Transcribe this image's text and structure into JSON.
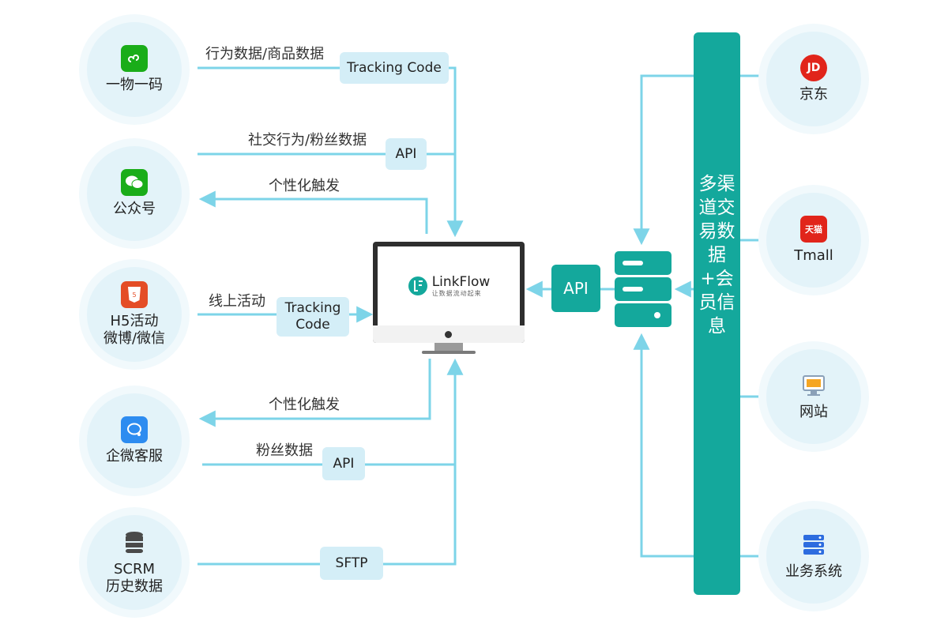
{
  "left_nodes": [
    {
      "label": "一物一码",
      "icon": "mini-program-icon",
      "color": "#1aad19"
    },
    {
      "label": "公众号",
      "icon": "wechat-icon",
      "color": "#1aad19"
    },
    {
      "label": "H5活动\n微博/微信",
      "icon": "html5-icon",
      "color": "#e44d26"
    },
    {
      "label": "企微客服",
      "icon": "wecom-icon",
      "color": "#2d8cf0"
    },
    {
      "label": "SCRM\n历史数据",
      "icon": "database-icon",
      "color": "#4a4a4a"
    }
  ],
  "right_nodes": [
    {
      "label": "京东",
      "icon": "jd-icon",
      "color": "#e1251b",
      "badge": "JD"
    },
    {
      "label": "Tmall",
      "icon": "tmall-icon",
      "color": "#e1251b",
      "badge": "天猫"
    },
    {
      "label": "网站",
      "icon": "website-icon",
      "color": "#f5a623"
    },
    {
      "label": "业务系统",
      "icon": "business-system-icon",
      "color": "#2d6cdf"
    }
  ],
  "flow_labels": {
    "behavior_product": "行为数据/商品数据",
    "social_fans": "社交行为/粉丝数据",
    "personalized_1": "个性化触发",
    "online_activity": "线上活动",
    "personalized_2": "个性化触发",
    "fans_data": "粉丝数据"
  },
  "tags": {
    "tracking_code_1": "Tracking Code",
    "api_1": "API",
    "tracking_code_2": "Tracking\nCode",
    "api_2": "API",
    "sftp": "SFTP"
  },
  "center": {
    "logo_name": "LinkFlow",
    "logo_tagline": "让数据流动起来",
    "api_label": "API"
  },
  "channel_bar": {
    "text": "多渠道交易数据+会员信息"
  },
  "colors": {
    "line": "#7dd4e8",
    "bar": "#14a89c",
    "node_bg": "#e3f3f9",
    "tag_bg": "#d4eef7"
  }
}
